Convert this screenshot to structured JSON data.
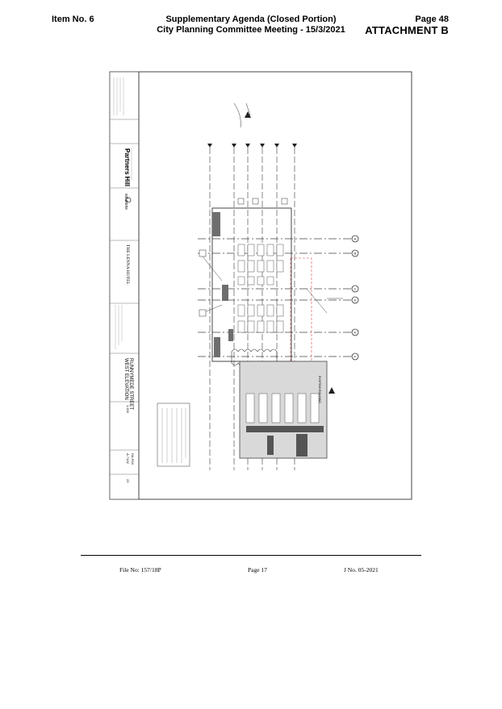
{
  "header": {
    "item_no": "Item No. 6",
    "agenda_line1": "Supplementary Agenda (Closed Portion)",
    "agenda_line2": "City Planning Committee Meeting - 15/3/2021",
    "page": "Page 48",
    "attachment": "ATTACHMENT B"
  },
  "drawing": {
    "firm": "Partners Hill",
    "client_logo": "solutions",
    "project": "THE LENNA HOTEL",
    "sheet_title_line1": "WEST ELEVATION",
    "sheet_title_line2": "RUNNYMEDE STREET",
    "drawing_no": "A-7102",
    "revision": "DA-R10",
    "sheet": "23",
    "scale": "1:200",
    "existing_building": "EXISTING BUILDING",
    "grid_markers": [
      "A",
      "B",
      "C",
      "D",
      "E",
      "F"
    ]
  },
  "footer": {
    "file_no": "File No: 157/18P",
    "page": "Page 17",
    "j_no": "J No. 05-2021"
  }
}
